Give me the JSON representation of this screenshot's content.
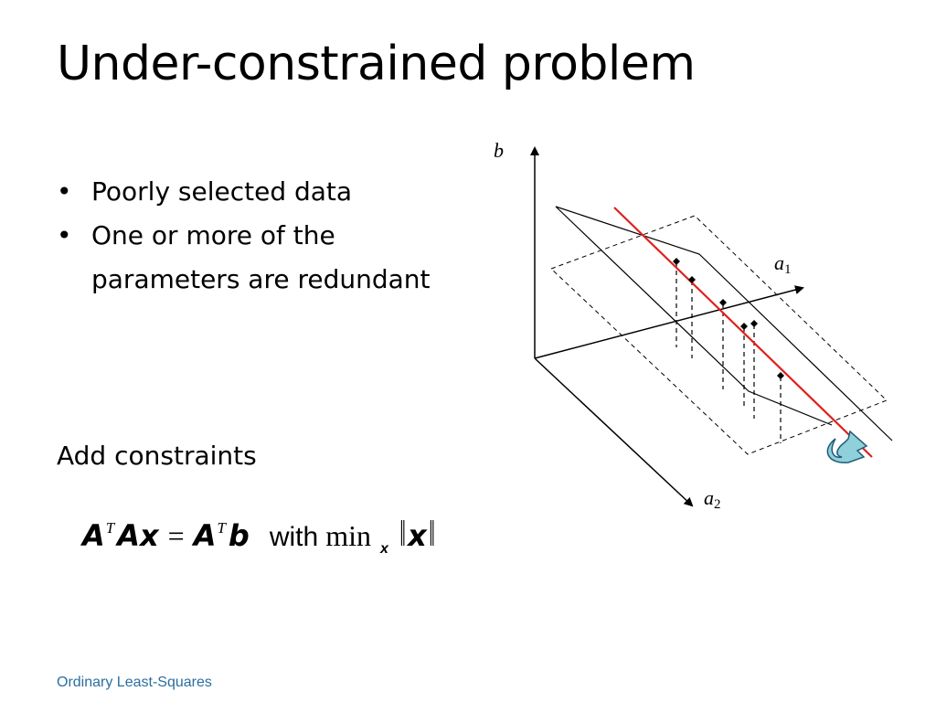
{
  "slide": {
    "title": "Under-constrained problem",
    "bullets": [
      "Poorly selected data",
      "One or more of the parameters are redundant"
    ],
    "bullet_lines": [
      "One or more of the",
      "parameters are redundant"
    ],
    "subhead": "Add constraints",
    "footer": "Ordinary Least-Squares"
  },
  "equation": {
    "A": "A",
    "T": "T",
    "Ax": "Ax",
    "equals": "=",
    "b": "b",
    "with": "with",
    "min": "min",
    "x_sub": "x",
    "x": "x"
  },
  "diagram": {
    "axis_b": "b",
    "axis_a1": "a",
    "axis_a1_sub": "1",
    "axis_a2": "a",
    "axis_a2_sub": "2",
    "red_line_color": "#e0201c"
  }
}
